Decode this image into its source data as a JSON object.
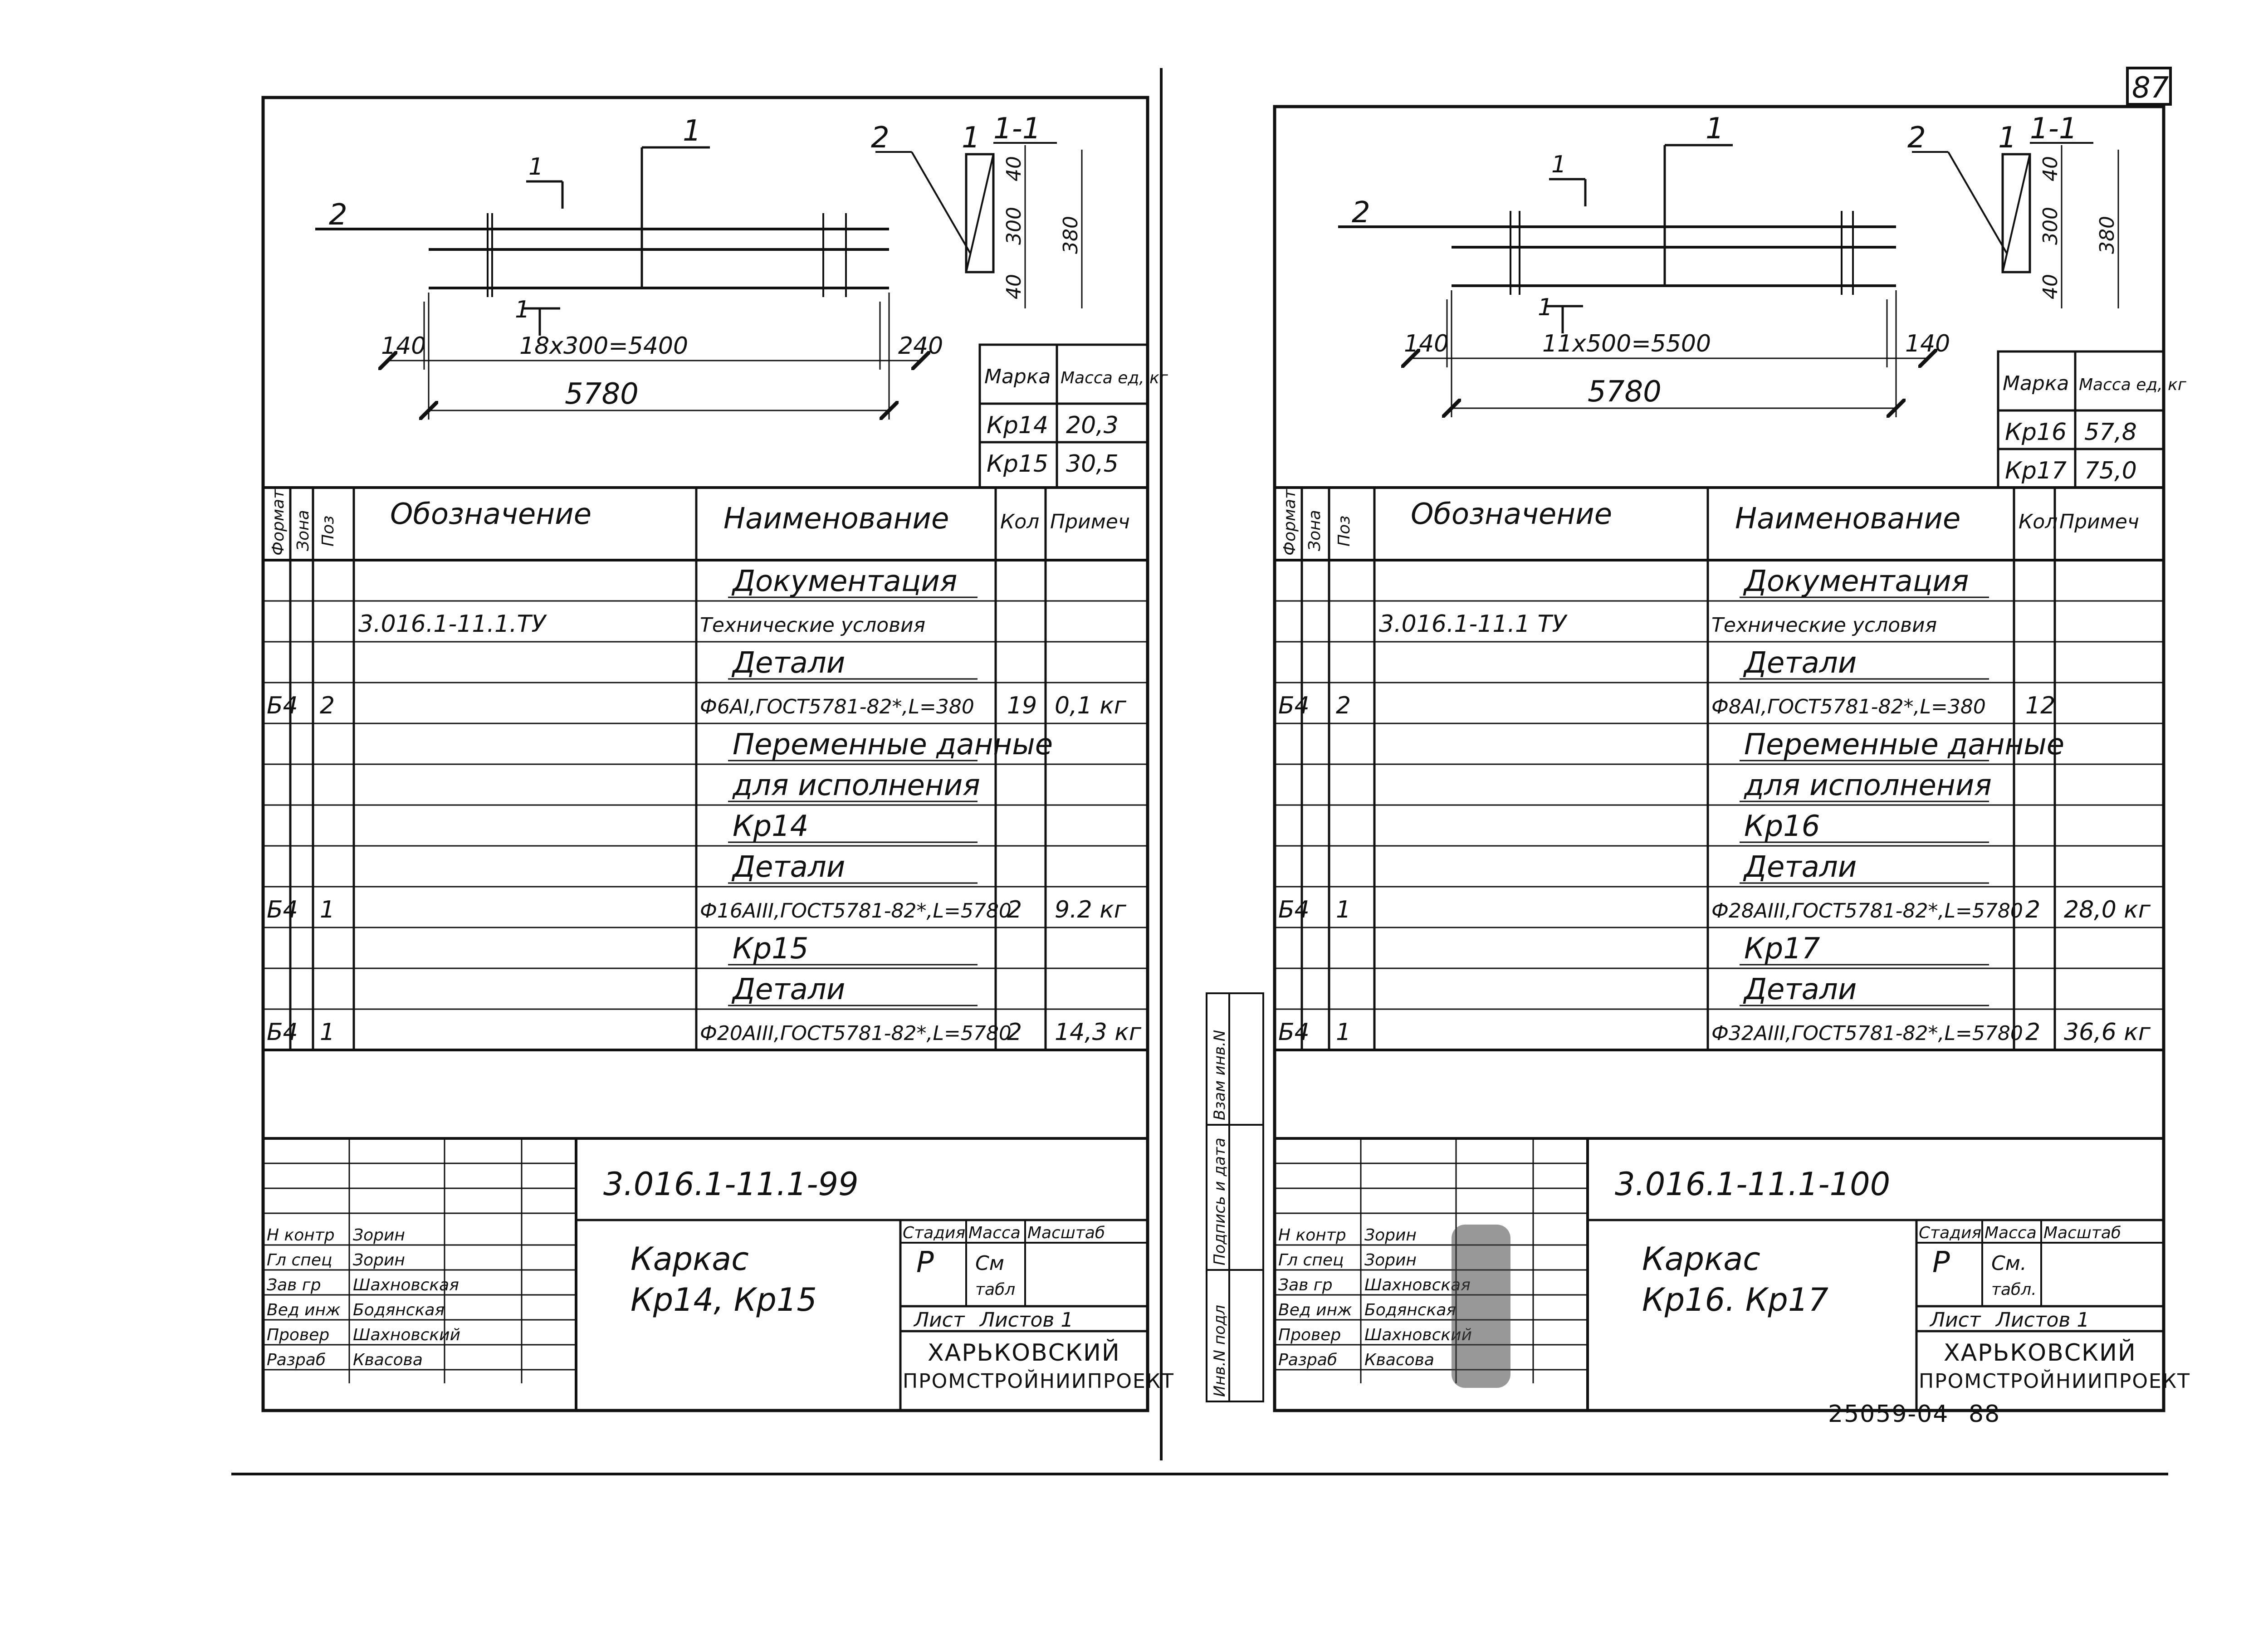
{
  "page_number": "87",
  "archive_code": "25059-04",
  "archive_page": "88",
  "binding_labels": [
    "Инв.N подл",
    "Подпись и дата",
    "Взам инв.N"
  ],
  "sheets": [
    {
      "drawing": {
        "labels": {
          "pos1": "1",
          "pos2_left": "2",
          "pos2_section": "2",
          "pos1_section": "1",
          "section_title": "1-1",
          "cut": "1"
        },
        "dims": {
          "left": "140",
          "mid": "18x300=5400",
          "right": "240",
          "total": "5780"
        },
        "section_dims": {
          "top": "40",
          "mid": "300",
          "bottom": "40",
          "total": "380"
        }
      },
      "mass_table": {
        "headers": [
          "Марка",
          "Масса ед, кг"
        ],
        "rows": [
          [
            "Кр14",
            "20,3"
          ],
          [
            "Кр15",
            "30,5"
          ]
        ]
      },
      "spec": {
        "headers": [
          "Формат",
          "Зона",
          "Поз",
          "Обозначение",
          "Наименование",
          "Кол",
          "Примеч"
        ],
        "rows": [
          {
            "fmt": "",
            "pos": "",
            "designation": "",
            "name": "Документация",
            "qty": "",
            "note": "",
            "heading": true
          },
          {
            "fmt": "",
            "pos": "",
            "designation": "3.016.1-11.1.ТУ",
            "name": "Технические условия",
            "qty": "",
            "note": "",
            "heading": false
          },
          {
            "fmt": "",
            "pos": "",
            "designation": "",
            "name": "Детали",
            "qty": "",
            "note": "",
            "heading": true
          },
          {
            "fmt": "Б4",
            "pos": "2",
            "designation": "",
            "name": "Ф6АI,ГОСТ5781-82*,L=380",
            "qty": "19",
            "note": "0,1 кг",
            "heading": false
          },
          {
            "fmt": "",
            "pos": "",
            "designation": "",
            "name": "Переменные данные",
            "qty": "",
            "note": "",
            "heading": true
          },
          {
            "fmt": "",
            "pos": "",
            "designation": "",
            "name": "для исполнения",
            "qty": "",
            "note": "",
            "heading": true
          },
          {
            "fmt": "",
            "pos": "",
            "designation": "",
            "name": "Кр14",
            "qty": "",
            "note": "",
            "heading": true
          },
          {
            "fmt": "",
            "pos": "",
            "designation": "",
            "name": "Детали",
            "qty": "",
            "note": "",
            "heading": true
          },
          {
            "fmt": "Б4",
            "pos": "1",
            "designation": "",
            "name": "Ф16АIII,ГОСТ5781-82*,L=5780",
            "qty": "2",
            "note": "9.2 кг",
            "heading": false
          },
          {
            "fmt": "",
            "pos": "",
            "designation": "",
            "name": "Кр15",
            "qty": "",
            "note": "",
            "heading": true
          },
          {
            "fmt": "",
            "pos": "",
            "designation": "",
            "name": "Детали",
            "qty": "",
            "note": "",
            "heading": true
          },
          {
            "fmt": "Б4",
            "pos": "1",
            "designation": "",
            "name": "Ф20АIII,ГОСТ5781-82*,L=5780",
            "qty": "2",
            "note": "14,3 кг",
            "heading": false
          }
        ]
      },
      "title_block": {
        "code": "3.016.1-11.1-99",
        "title_line1": "Каркас",
        "title_line2": "Кр14, Кр15",
        "stage_header": "Стадия",
        "mass_header": "Масса",
        "scale_header": "Масштаб",
        "stage": "Р",
        "mass_line1": "См",
        "mass_line2": "табл",
        "sheet_label": "Лист",
        "sheets_label": "Листов 1",
        "org_line1": "ХАРЬКОВСКИЙ",
        "org_line2": "ПРОМСТРОЙНИИПРОЕКТ",
        "signers": [
          [
            "Н контр",
            "Зорин"
          ],
          [
            "Гл спец",
            "Зорин"
          ],
          [
            "Зав гр",
            "Шахновская"
          ],
          [
            "Вед инж",
            "Бодянская"
          ],
          [
            "Провер",
            "Шахновский"
          ],
          [
            "Разраб",
            "Квасова"
          ]
        ]
      }
    },
    {
      "drawing": {
        "labels": {
          "pos1": "1",
          "pos2_left": "2",
          "pos2_section": "2",
          "pos1_section": "1",
          "section_title": "1-1",
          "cut": "1"
        },
        "dims": {
          "left": "140",
          "mid": "11x500=5500",
          "right": "140",
          "total": "5780"
        },
        "section_dims": {
          "top": "40",
          "mid": "300",
          "bottom": "40",
          "total": "380"
        }
      },
      "mass_table": {
        "headers": [
          "Марка",
          "Масса ед, кг"
        ],
        "rows": [
          [
            "Кр16",
            "57,8"
          ],
          [
            "Кр17",
            "75,0"
          ]
        ]
      },
      "spec": {
        "headers": [
          "Формат",
          "Зона",
          "Поз",
          "Обозначение",
          "Наименование",
          "Кол",
          "Примеч"
        ],
        "rows": [
          {
            "fmt": "",
            "pos": "",
            "designation": "",
            "name": "Документация",
            "qty": "",
            "note": "",
            "heading": true
          },
          {
            "fmt": "",
            "pos": "",
            "designation": "3.016.1-11.1 ТУ",
            "name": "Технические условия",
            "qty": "",
            "note": "",
            "heading": false
          },
          {
            "fmt": "",
            "pos": "",
            "designation": "",
            "name": "Детали",
            "qty": "",
            "note": "",
            "heading": true
          },
          {
            "fmt": "Б4",
            "pos": "2",
            "designation": "",
            "name": "Ф8АI,ГОСТ5781-82*,L=380",
            "qty": "12",
            "note": "",
            "heading": false
          },
          {
            "fmt": "",
            "pos": "",
            "designation": "",
            "name": "Переменные данные",
            "qty": "",
            "note": "",
            "heading": true
          },
          {
            "fmt": "",
            "pos": "",
            "designation": "",
            "name": "для исполнения",
            "qty": "",
            "note": "",
            "heading": true
          },
          {
            "fmt": "",
            "pos": "",
            "designation": "",
            "name": "Кр16",
            "qty": "",
            "note": "",
            "heading": true
          },
          {
            "fmt": "",
            "pos": "",
            "designation": "",
            "name": "Детали",
            "qty": "",
            "note": "",
            "heading": true
          },
          {
            "fmt": "Б4",
            "pos": "1",
            "designation": "",
            "name": "Ф28АIII,ГОСТ5781-82*,L=5780",
            "qty": "2",
            "note": "28,0 кг",
            "heading": false
          },
          {
            "fmt": "",
            "pos": "",
            "designation": "",
            "name": "Кр17",
            "qty": "",
            "note": "",
            "heading": true
          },
          {
            "fmt": "",
            "pos": "",
            "designation": "",
            "name": "Детали",
            "qty": "",
            "note": "",
            "heading": true
          },
          {
            "fmt": "Б4",
            "pos": "1",
            "designation": "",
            "name": "Ф32АIII,ГОСТ5781-82*,L=5780",
            "qty": "2",
            "note": "36,6 кг",
            "heading": false
          }
        ]
      },
      "title_block": {
        "code": "3.016.1-11.1-100",
        "title_line1": "Каркас",
        "title_line2": "Кр16. Кр17",
        "stage_header": "Стадия",
        "mass_header": "Масса",
        "scale_header": "Масштаб",
        "stage": "Р",
        "mass_line1": "См.",
        "mass_line2": "табл.",
        "sheet_label": "Лист",
        "sheets_label": "Листов 1",
        "org_line1": "ХАРЬКОВСКИЙ",
        "org_line2": "ПРОМСТРОЙНИИПРОЕКТ",
        "signers": [
          [
            "Н контр",
            "Зорин"
          ],
          [
            "Гл спец",
            "Зорин"
          ],
          [
            "Зав гр",
            "Шахновская"
          ],
          [
            "Вед инж",
            "Бодянская"
          ],
          [
            "Провер",
            "Шахновский"
          ],
          [
            "Разраб",
            "Квасова"
          ]
        ]
      }
    }
  ]
}
